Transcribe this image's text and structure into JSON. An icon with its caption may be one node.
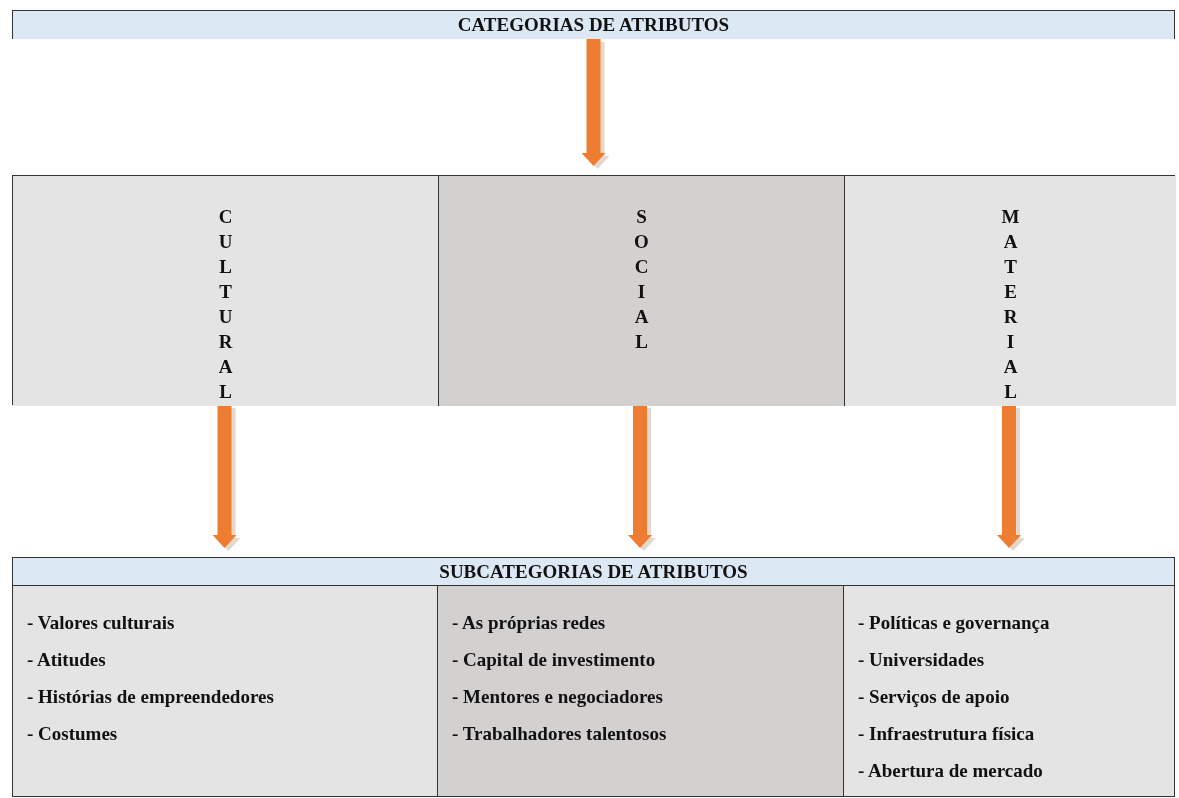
{
  "diagram": {
    "nodes": [
      {
        "text": [
          "CATEGORIAS DE ATRIBUTOS"
        ]
      },
      {
        "text": [],
        "shape": "box"
      },
      {
        "text": [
          "CULTURAL"
        ],
        "in": 1
      },
      {
        "text": [
          "SOCIAL"
        ],
        "in": 1
      },
      {
        "text": [
          "MATERIAL"
        ],
        "in": 1
      },
      {
        "text": [
          "SUBCATEGORIAS DE ATRIBUTOS"
        ]
      },
      {
        "text": [
          "- Valores culturais",
          "- Atitudes",
          "- Histórias de empreendedores",
          "- Costumes"
        ]
      },
      {
        "text": [
          "- As próprias redes",
          "- Capital de investimento",
          "- Mentores e negociadores",
          "- Trabalhadores talentosos"
        ]
      },
      {
        "text": [
          "- Políticas e governança",
          "- Universidades",
          "- Serviços de apoio",
          "- Infraestrutura física",
          "- Abertura de mercado"
        ]
      }
    ],
    "edges": [
      {
        "from": 0,
        "to": 1,
        "arrow": "to"
      },
      {
        "from": 2,
        "to": 5,
        "arrow": "to"
      },
      {
        "from": 3,
        "to": 5,
        "arrow": "to"
      },
      {
        "from": 4,
        "to": 5,
        "arrow": "to"
      }
    ]
  }
}
